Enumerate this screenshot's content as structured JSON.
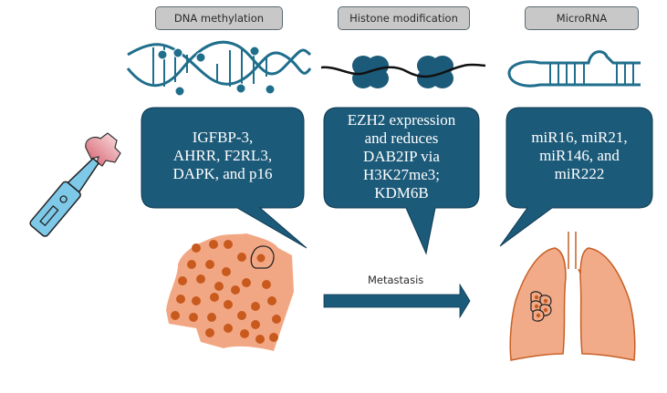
{
  "categories": [
    {
      "label": "DNA methylation",
      "icon": "dna-double-helix-icon",
      "bubble_text": "IGFBP-3,\nAHRR, F2RL3,\nDAPK, and p16"
    },
    {
      "label": "Histone modification",
      "icon": "nucleosome-icon",
      "bubble_text": "EZH2 expression\nand reduces\nDAB2IP via\nH3K27me3;\nKDM6B"
    },
    {
      "label": "MicroRNA",
      "icon": "microrna-hairpin-icon",
      "bubble_text": "miR16, miR21,\nmiR146, and\nmiR222"
    }
  ],
  "arrow": {
    "label": "Metastasis"
  },
  "illustrations": {
    "left": "e-cigarette-with-vapor-icon",
    "tissue": "tumor-tissue-icon",
    "organ": "lungs-with-tumor-icon"
  },
  "colors": {
    "bubble": "#1c5a79",
    "label_bg": "#c8c8c8",
    "helix": "#1f6e8c",
    "tissue": "#f2a784",
    "tissue_dot": "#c95a1e",
    "lung": "#f2ab88",
    "lung_outline": "#c75f25",
    "ecig": "#7ec8e8"
  }
}
